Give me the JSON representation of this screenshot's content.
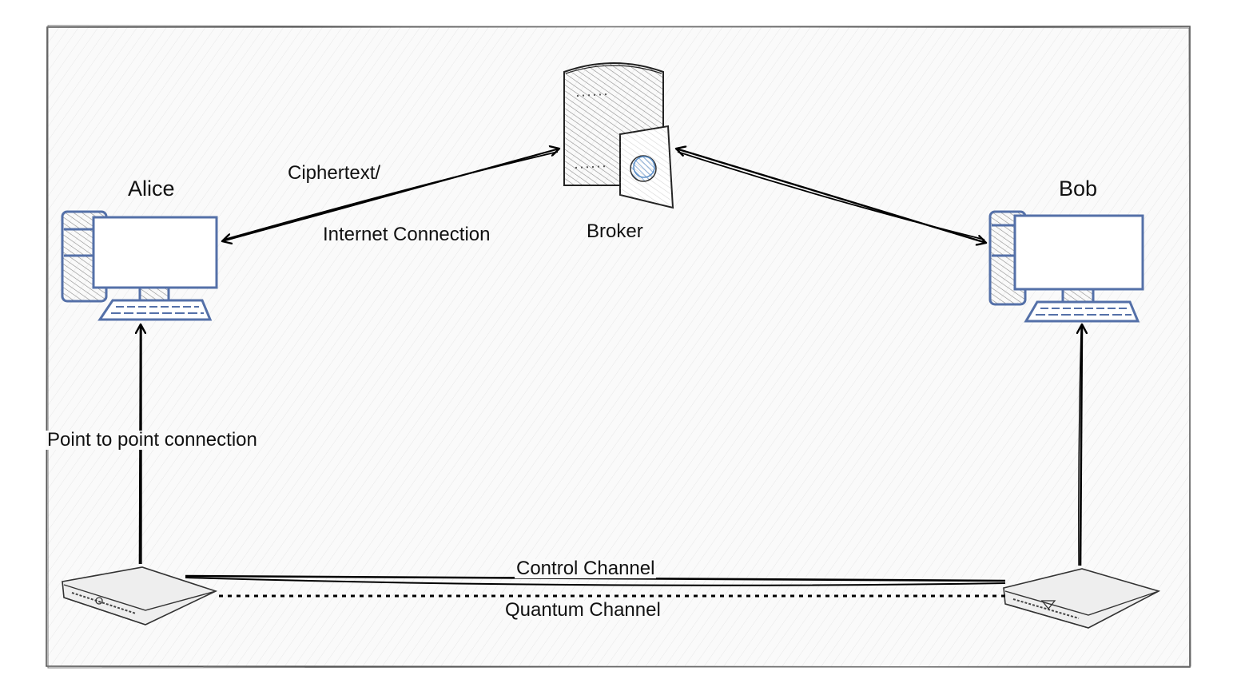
{
  "nodes": {
    "alice": {
      "label": "Alice",
      "icon": "desktop-computer-icon"
    },
    "bob": {
      "label": "Bob",
      "icon": "desktop-computer-icon"
    },
    "broker": {
      "label": "Broker",
      "icon": "server-icon"
    },
    "alice_qkd": {
      "icon": "qkd-device-icon"
    },
    "bob_qkd": {
      "icon": "qkd-device-icon"
    }
  },
  "edges": {
    "alice_broker": {
      "label_line1": "Ciphertext/",
      "label_line2": "Internet Connection"
    },
    "point_to_point": {
      "label": "Point to point connection"
    },
    "control_channel": {
      "label": "Control Channel"
    },
    "quantum_channel": {
      "label": "Quantum Channel"
    }
  },
  "colors": {
    "computer_stroke": "#5470a8",
    "hatch": "#9a9a9a",
    "line": "#000000",
    "frame_stroke": "#555555"
  }
}
